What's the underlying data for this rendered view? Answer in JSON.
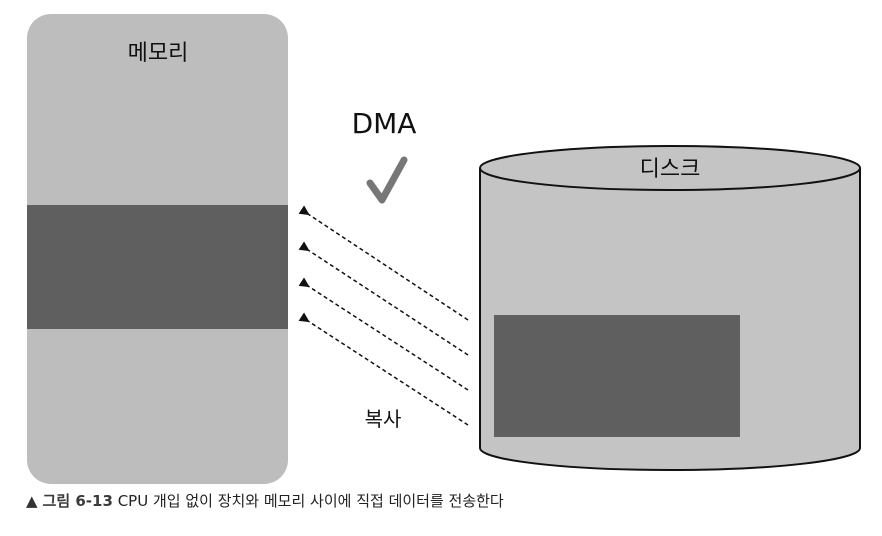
{
  "memory": {
    "label": "메모리"
  },
  "dma": {
    "label": "DMA",
    "check_icon": "checkmark-icon"
  },
  "disk": {
    "label": "디스크"
  },
  "copy": {
    "label": "복사"
  },
  "caption": {
    "marker": "▲",
    "figure_number": "그림 6-13",
    "text": "CPU 개입 없이 장치와 메모리 사이에 직접 데이터를 전송한다"
  },
  "colors": {
    "memory_fill": "#bdbdbd",
    "memory_block": "#5f5f5f",
    "disk_fill": "#c4c4c4",
    "disk_block": "#5f5f5f",
    "outline": "#111111"
  }
}
